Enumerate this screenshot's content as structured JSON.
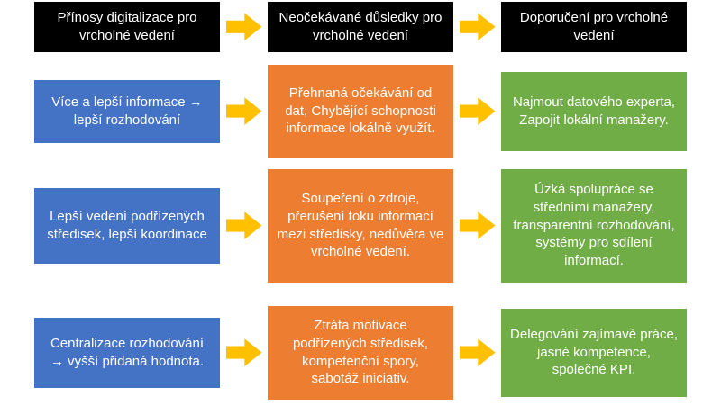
{
  "headers": [
    "Přínosy digitalizace pro vrcholné vedení",
    "Neočekávané důsledky pro vrcholné vedení",
    "Doporučení pro vrcholné vedení"
  ],
  "rows": [
    {
      "benefit": "Více a lepší informace → lepší rozhodování",
      "consequence": "Přehnaná očekávání od dat, Chybějící schopnosti informace lokálně využít.",
      "recommendation": "Najmout datového experta,\nZapojit lokální manažery."
    },
    {
      "benefit": "Lepší vedení podřízených středisek, lepší koordinace",
      "consequence": "Soupeření o zdroje, přerušení toku informací mezi středisky, nedůvěra ve vrcholné vedení.",
      "recommendation": "Úzká spolupráce se středními manažery, transparentní rozhodování, systémy pro sdílení informací."
    },
    {
      "benefit": "Centralizace rozhodování → vyšší přidaná hodnota.",
      "consequence": "Ztráta motivace podřízených středisek, kompetenční spory, sabotáž iniciativ.",
      "recommendation": "Delegování zajímavé práce, jasné kompetence, společné KPI."
    }
  ],
  "colors": {
    "header_bg": "#000000",
    "benefit_bg": "#4472C4",
    "consequence_bg": "#ED7D31",
    "recommendation_bg": "#70AD47",
    "arrow": "#FFC000",
    "text": "#FFFFFF"
  }
}
